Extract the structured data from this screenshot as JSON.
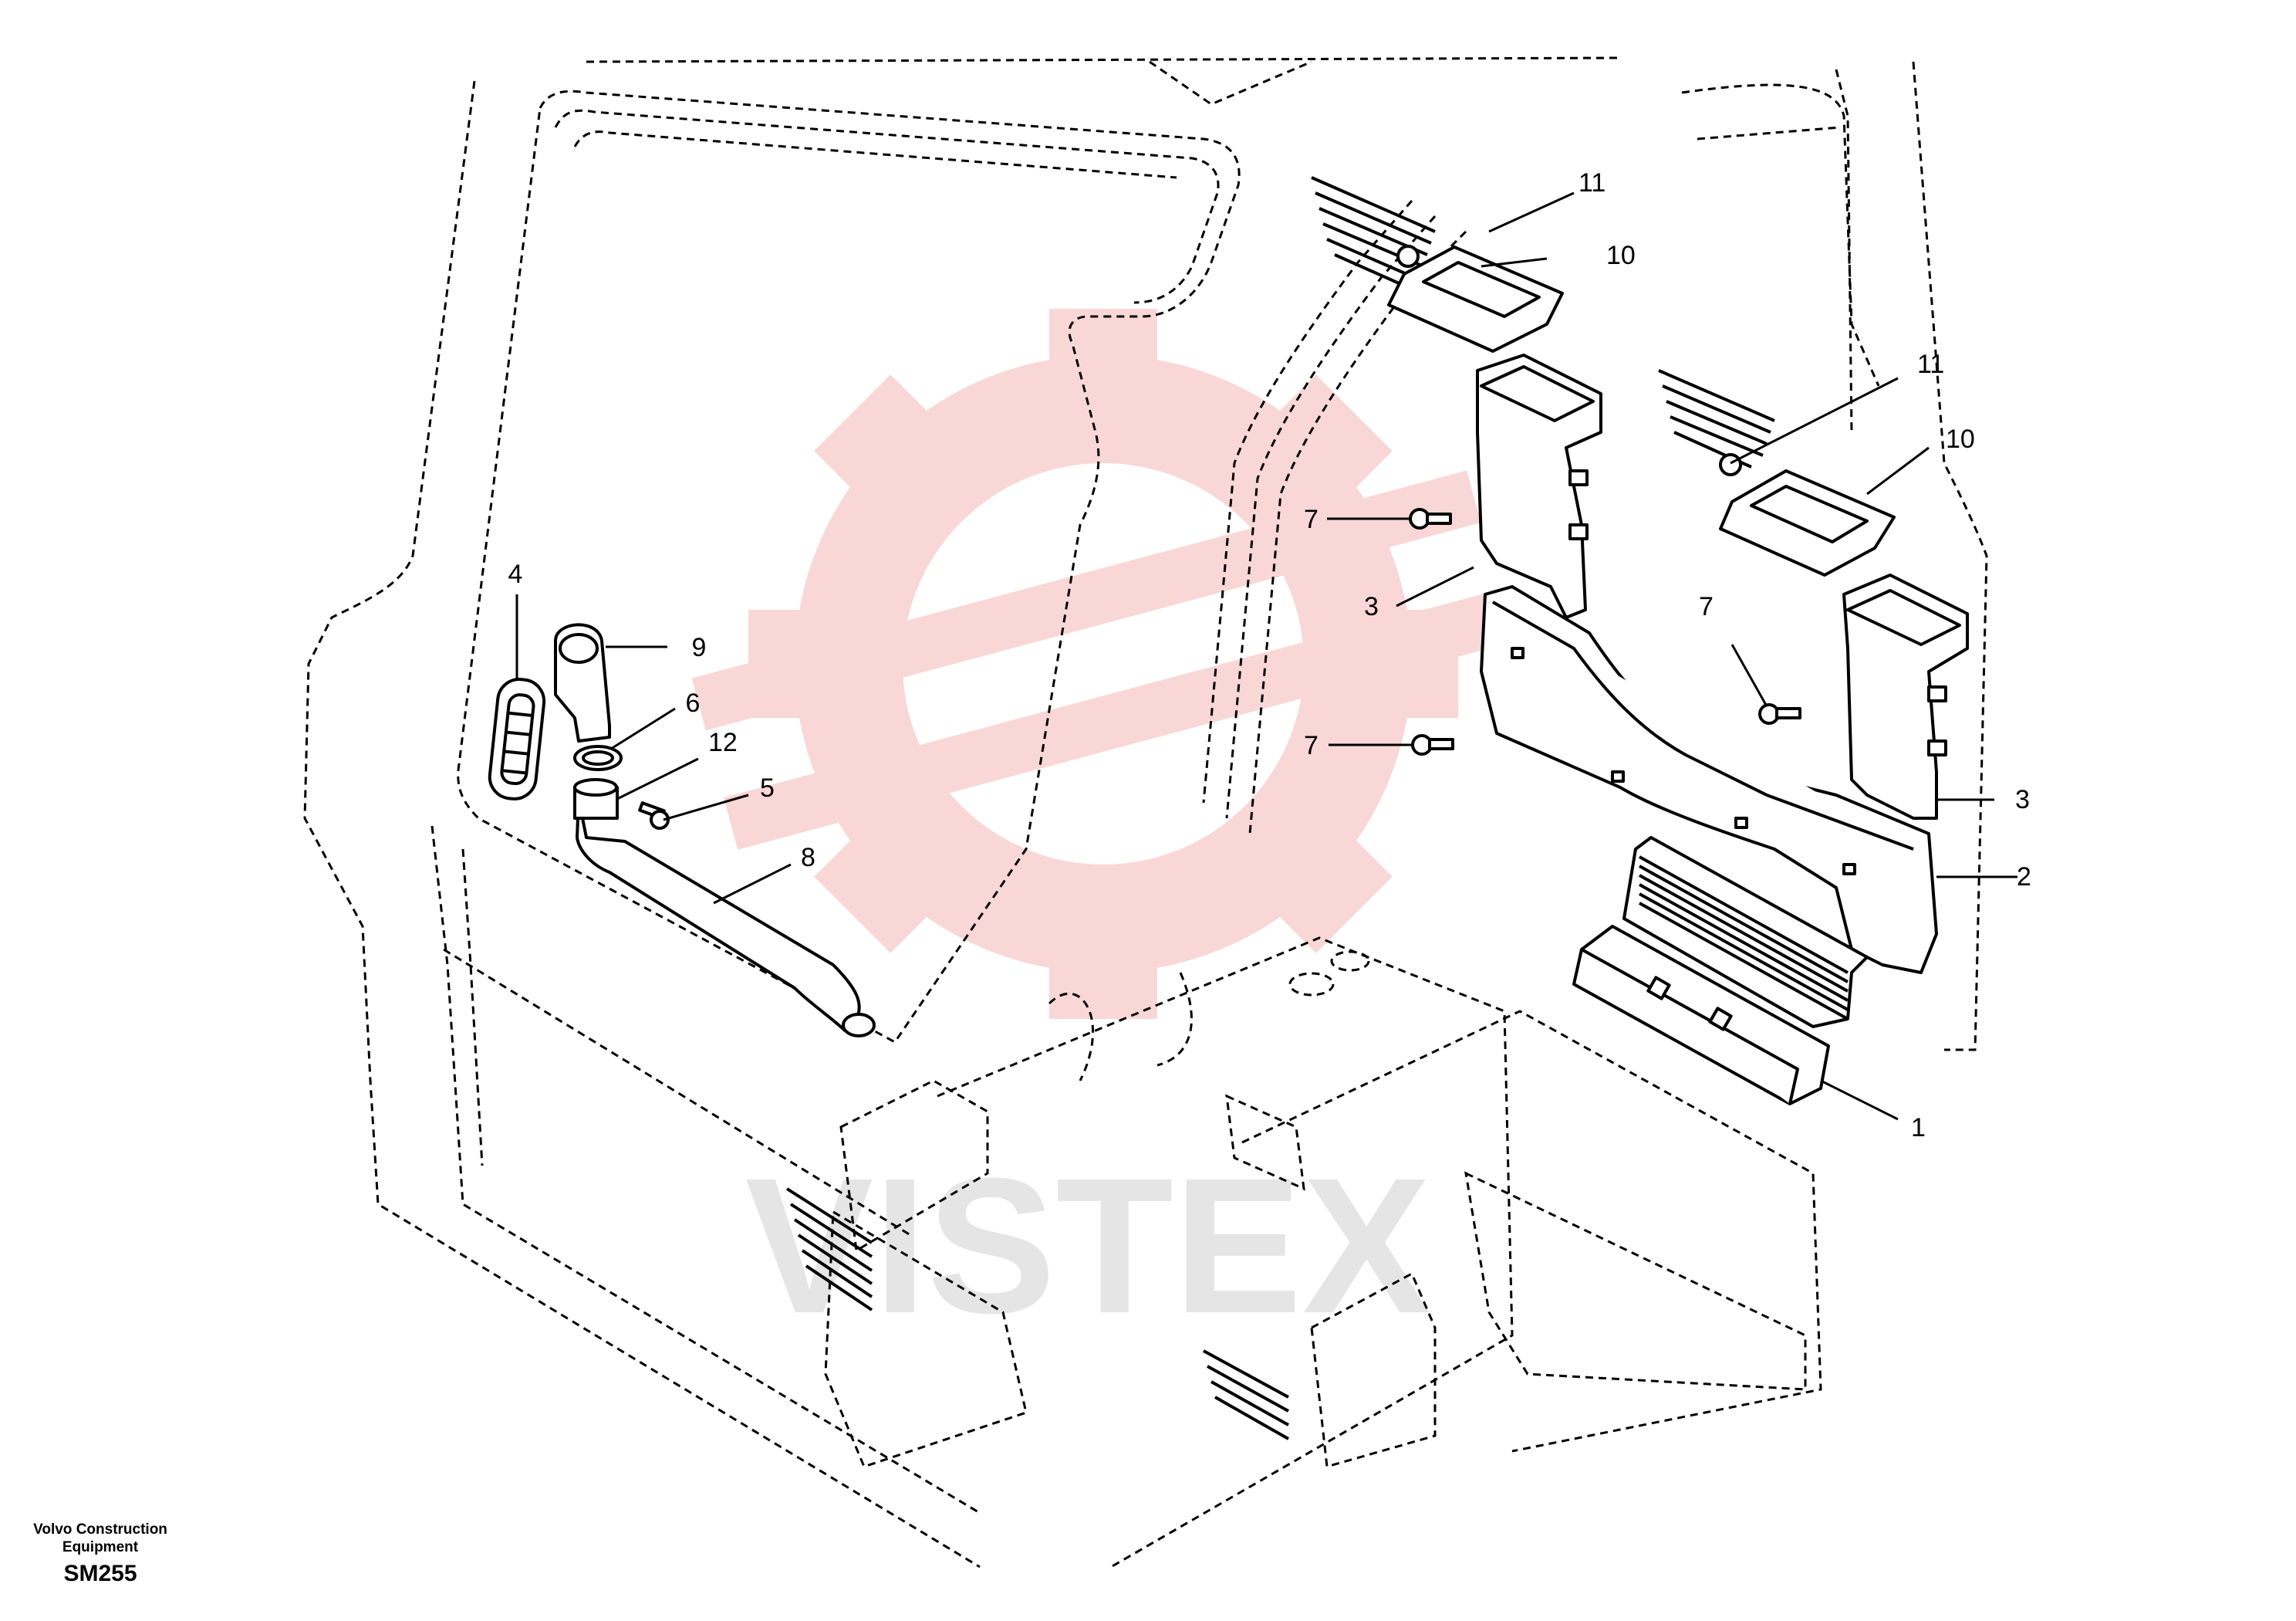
{
  "diagram": {
    "watermark_text": "VISTEX",
    "callouts": [
      {
        "id": "c4",
        "text": "4"
      },
      {
        "id": "c9",
        "text": "9"
      },
      {
        "id": "c6",
        "text": "6"
      },
      {
        "id": "c12",
        "text": "12"
      },
      {
        "id": "c5",
        "text": "5"
      },
      {
        "id": "c8",
        "text": "8"
      },
      {
        "id": "c11a",
        "text": "11"
      },
      {
        "id": "c10a",
        "text": "10"
      },
      {
        "id": "c11b",
        "text": "11"
      },
      {
        "id": "c10b",
        "text": "10"
      },
      {
        "id": "c7a",
        "text": "7"
      },
      {
        "id": "c3a",
        "text": "3"
      },
      {
        "id": "c7b",
        "text": "7"
      },
      {
        "id": "c7c",
        "text": "7"
      },
      {
        "id": "c3b",
        "text": "3"
      },
      {
        "id": "c2",
        "text": "2"
      },
      {
        "id": "c1",
        "text": "1"
      }
    ]
  },
  "footer": {
    "brand_line1": "Volvo Construction",
    "brand_line2": "Equipment",
    "code": "SM255"
  }
}
